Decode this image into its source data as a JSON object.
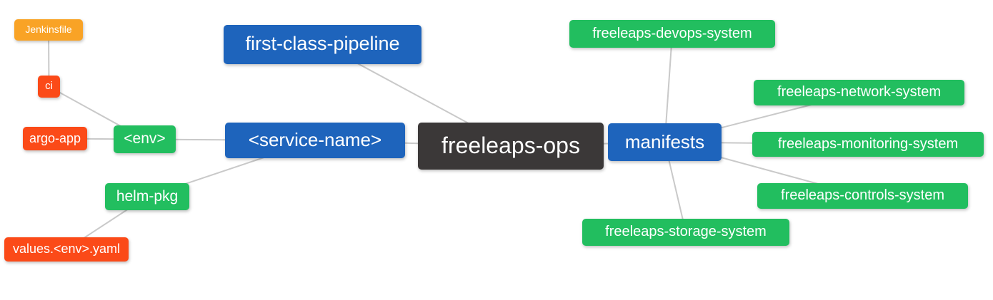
{
  "diagram": {
    "type": "mindmap",
    "background": "#ffffff"
  },
  "palette": {
    "orange": "#F9A326",
    "red": "#FB4A18",
    "green": "#22BE5F",
    "blue": "#1E64BC",
    "dark": "#3B3838",
    "edge_line": "#C9C9C9",
    "text": "#FFFFFF"
  },
  "nodes": [
    {
      "id": "jenkinsfile",
      "label": "Jenkinsfile",
      "color": "orange"
    },
    {
      "id": "ci",
      "label": "ci",
      "color": "red"
    },
    {
      "id": "argo-app",
      "label": "argo-app",
      "color": "red"
    },
    {
      "id": "env",
      "label": "<env>",
      "color": "green"
    },
    {
      "id": "helm-pkg",
      "label": "helm-pkg",
      "color": "green"
    },
    {
      "id": "values-env-yaml",
      "label": "values.<env>.yaml",
      "color": "red"
    },
    {
      "id": "first-class-pipeline",
      "label": "first-class-pipeline",
      "color": "blue"
    },
    {
      "id": "service-name",
      "label": "<service-name>",
      "color": "blue"
    },
    {
      "id": "freeleaps-ops",
      "label": "freeleaps-ops",
      "color": "dark"
    },
    {
      "id": "manifests",
      "label": "manifests",
      "color": "blue"
    },
    {
      "id": "freeleaps-devops-system",
      "label": "freeleaps-devops-system",
      "color": "green"
    },
    {
      "id": "freeleaps-network-system",
      "label": "freeleaps-network-system",
      "color": "green"
    },
    {
      "id": "freeleaps-monitoring-system",
      "label": "freeleaps-monitoring-system",
      "color": "green"
    },
    {
      "id": "freeleaps-controls-system",
      "label": "freeleaps-controls-system",
      "color": "green"
    },
    {
      "id": "freeleaps-storage-system",
      "label": "freeleaps-storage-system",
      "color": "green"
    }
  ],
  "edges": [
    {
      "from": "Jenkinsfile",
      "to": "ci"
    },
    {
      "from": "ci",
      "to": "<env>"
    },
    {
      "from": "argo-app",
      "to": "<env>"
    },
    {
      "from": "<env>",
      "to": "<service-name>"
    },
    {
      "from": "helm-pkg",
      "to": "<service-name>"
    },
    {
      "from": "values.<env>.yaml",
      "to": "helm-pkg"
    },
    {
      "from": "first-class-pipeline",
      "to": "freeleaps-ops"
    },
    {
      "from": "<service-name>",
      "to": "freeleaps-ops"
    },
    {
      "from": "freeleaps-ops",
      "to": "manifests"
    },
    {
      "from": "manifests",
      "to": "freeleaps-devops-system"
    },
    {
      "from": "manifests",
      "to": "freeleaps-network-system"
    },
    {
      "from": "manifests",
      "to": "freeleaps-monitoring-system"
    },
    {
      "from": "manifests",
      "to": "freeleaps-controls-system"
    },
    {
      "from": "manifests",
      "to": "freeleaps-storage-system"
    }
  ]
}
